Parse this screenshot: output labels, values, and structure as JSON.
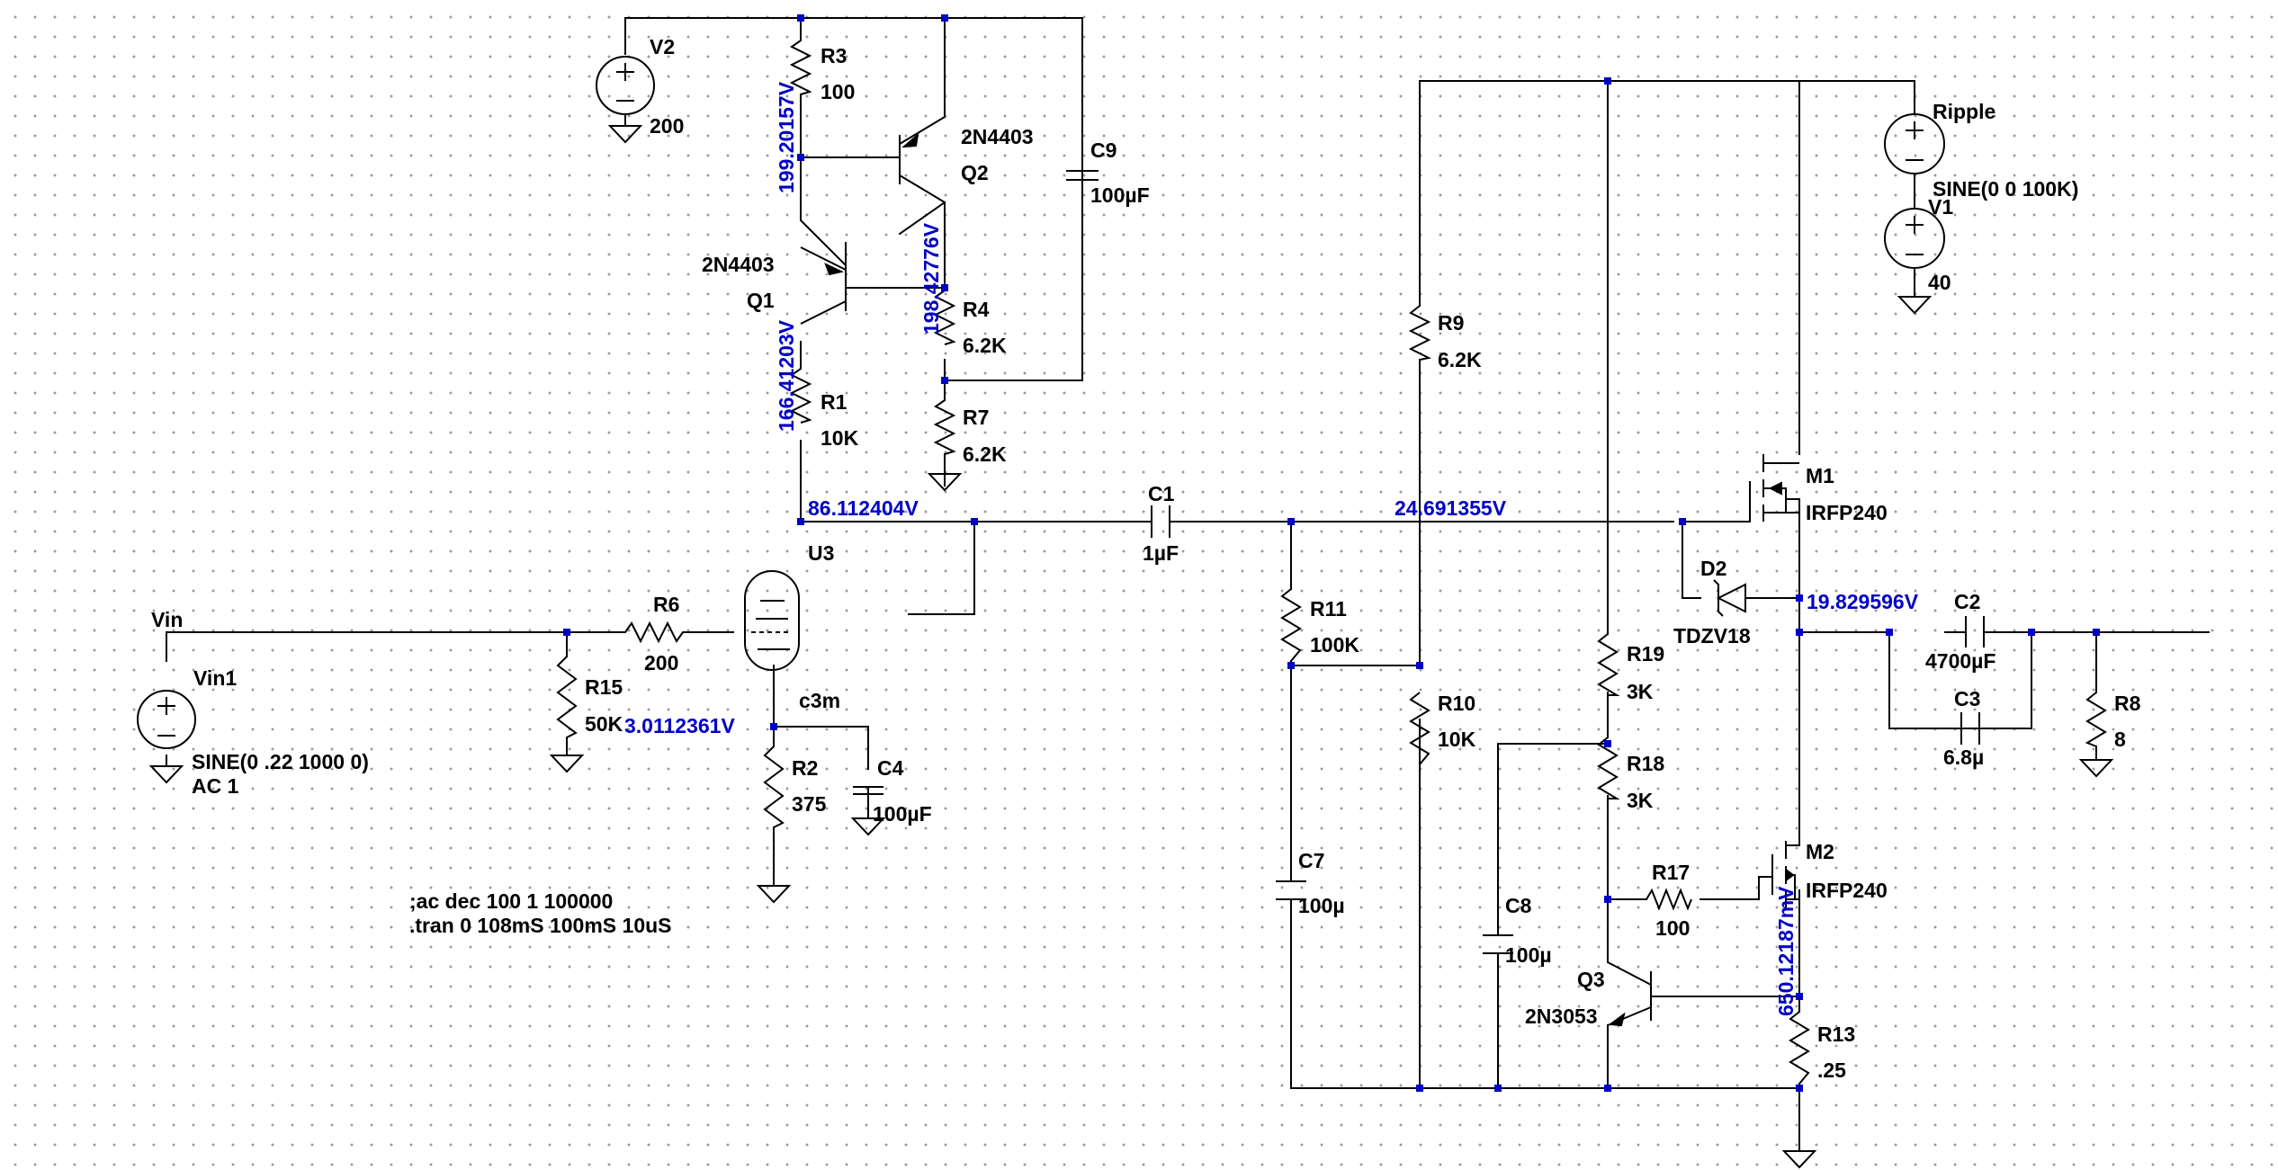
{
  "colors": {
    "wire": "#000000",
    "voltage_label": "#0000c8",
    "junction": "#0000c8",
    "grid_dot": "#9a9a9a",
    "background": "#ffffff"
  },
  "labels": {
    "v2": "V2",
    "v2_value": "200",
    "r3": "R3",
    "r3_value": "100",
    "q2_model": "2N4403",
    "q2": "Q2",
    "c9": "C9",
    "c9_value": "100µF",
    "q1_model": "2N4403",
    "q1": "Q1",
    "r4": "R4",
    "r4_value": "6.2K",
    "r1": "R1",
    "r1_value": "10K",
    "r7": "R7",
    "r7_value": "6.2K",
    "c1": "C1",
    "c1_value": "1µF",
    "u3": "U3",
    "u3_model": "c3m",
    "r6": "R6",
    "r6_value": "200",
    "vin": "Vin",
    "vin1": "Vin1",
    "vin1_value": "SINE(0 .22 1000 0)",
    "vin1_ac": "AC 1",
    "r15": "R15",
    "r15_value": "50K",
    "r2": "R2",
    "r2_value": "375",
    "c4": "C4",
    "c4_value": "100µF",
    "r9": "R9",
    "r9_value": "6.2K",
    "r11": "R11",
    "r11_value": "100K",
    "r10": "R10",
    "r10_value": "10K",
    "c7": "C7",
    "c7_value": "100µ",
    "r19": "R19",
    "r19_value": "3K",
    "r18": "R18",
    "r18_value": "3K",
    "r17": "R17",
    "r17_value": "100",
    "c8": "C8",
    "c8_value": "100µ",
    "q3": "Q3",
    "q3_model": "2N3053",
    "m1": "M1",
    "m1_model": "IRFP240",
    "m2": "M2",
    "m2_model": "IRFP240",
    "d2": "D2",
    "d2_model": "TDZV18",
    "ripple": "Ripple",
    "ripple_value": "SINE(0 0 100K)",
    "v1": "V1",
    "v1_value": "40",
    "c2": "C2",
    "c2_value": "4700µF",
    "c3": "C3",
    "c3_value": "6.8µ",
    "r8": "R8",
    "r8_value": "8",
    "r13": "R13",
    "r13_value": ".25"
  },
  "voltages": {
    "r3_node": "199.20157V",
    "r4_node": "198.42776V",
    "r1_node": "166.41203V",
    "plate": "86.112404V",
    "gate_bias": "24.691355V",
    "output": "19.829596V",
    "cathode": "3.0112361V",
    "m2_source": "650.12187mV"
  },
  "directives": [
    ";ac dec 100 1 100000",
    ".tran 0 108mS 100mS 10uS"
  ]
}
